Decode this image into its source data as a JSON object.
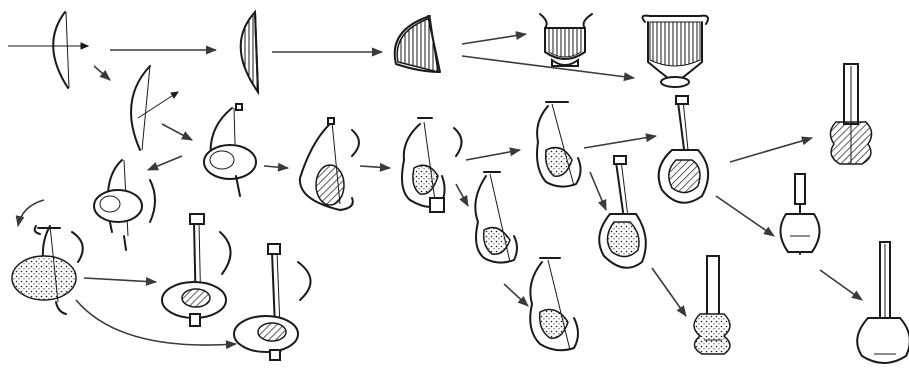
{
  "diagram": {
    "colors": {
      "ink": "#1a1a1a",
      "arrow": "#3a3a3a",
      "background": "#ffffff"
    },
    "icons": [
      "musical-bow",
      "bow-harp",
      "arched-harp",
      "lyre",
      "lute-like-instrument"
    ],
    "node_count": 23,
    "arrow_count": 19
  }
}
